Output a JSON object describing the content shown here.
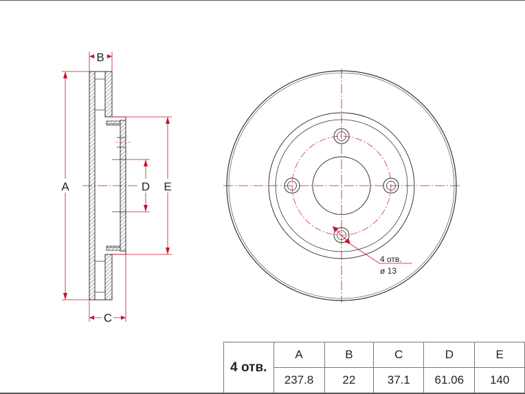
{
  "side_view": {
    "labels": {
      "A": "A",
      "B": "B",
      "C": "C",
      "D": "D",
      "E": "E"
    }
  },
  "front_view": {
    "hole_note": {
      "line1": "4 отв.",
      "line2": "ø 13"
    }
  },
  "spec_table": {
    "holes_label": "4 отв.",
    "headers": [
      "A",
      "B",
      "C",
      "D",
      "E"
    ],
    "values": [
      "237.8",
      "22",
      "37.1",
      "61.06",
      "140"
    ]
  },
  "colors": {
    "dimension": "#c8102e",
    "centerline": "#c8102e",
    "outline": "#333333"
  }
}
